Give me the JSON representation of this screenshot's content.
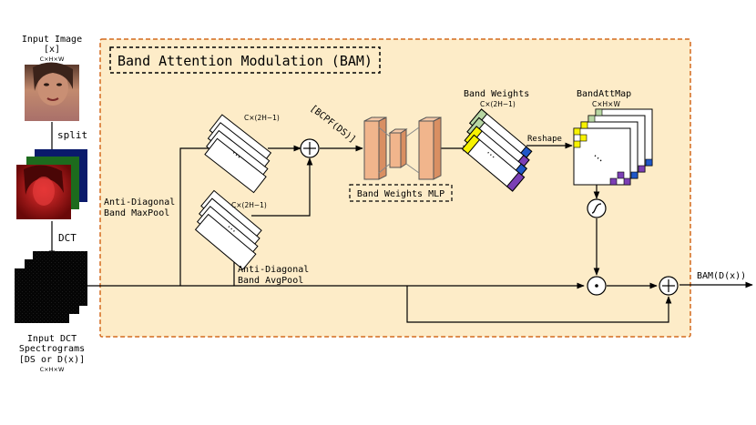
{
  "colors": {
    "module_bg": "#fdecc8",
    "module_border": "#d46a1e",
    "mlp_fill": "#f1b58c",
    "mlp_stroke": "#555555",
    "band_green": "#b7d6a3",
    "band_yellow": "#f7f200",
    "band_blue": "#1f57c8",
    "band_purple": "#7b3fb5",
    "face_red": "#d41c1c",
    "face_green": "#1d6b1d",
    "face_blue": "#0a1a6b"
  },
  "input": {
    "title": "Input Image",
    "symbol": "[x]",
    "dims": "C×H×W"
  },
  "split_label": "split",
  "dct_label": "DCT",
  "spectrogram": {
    "title_line1": "Input DCT",
    "title_line2": "Spectrograms",
    "title_line3": "[DS or D(x)]",
    "dims": "C×H×W"
  },
  "module_title": "Band Attention Modulation (BAM)",
  "pooling": {
    "max_dims": "C×(2H−1)",
    "avg_dims": "C×(2H−1)",
    "max_label_line1": "Anti-Diagonal",
    "max_label_line2": "Band MaxPool",
    "avg_label_line1": "Anti-Diagonal",
    "avg_label_line2": "Band AvgPool",
    "dots": "…"
  },
  "bcpf_label": "[BCPF(DS)]",
  "mlp_label": "Band Weights MLP",
  "band_weights": {
    "title": "Band Weights",
    "dims": "C×(2H−1)"
  },
  "reshape_label": "Reshape",
  "att_map": {
    "title": "BandAttMap",
    "dims": "C×H×W"
  },
  "output_label": "BAM(D(x))",
  "operators": {
    "add": "+",
    "mult": "·",
    "sigmoid": "∫"
  },
  "icons": [
    "plus-circle-icon",
    "dot-circle-icon",
    "sigmoid-icon",
    "arrow-icon"
  ]
}
